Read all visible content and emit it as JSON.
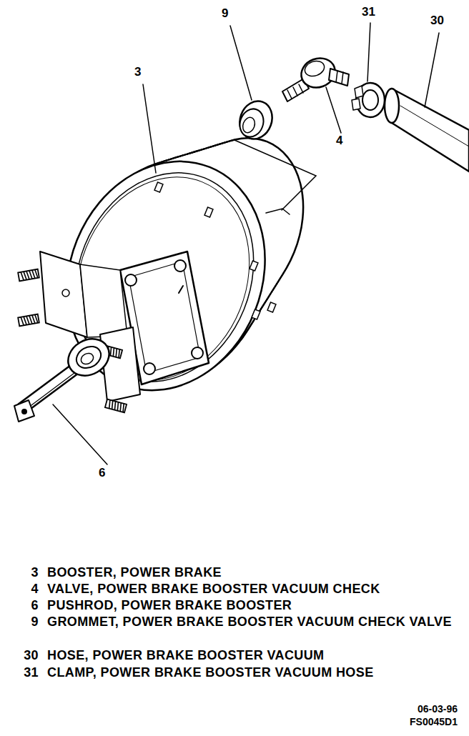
{
  "diagram": {
    "labels": [
      "9",
      "31",
      "30",
      "3",
      "4",
      "6",
      "3",
      "BOOSTER, POWER BRAKE",
      "4",
      "VALVE, POWER BRAKE BOOSTER VACUUM CHECK",
      "6",
      "PUSHROD, POWER BRAKE BOOSTER",
      "9",
      "GROMMET, POWER BRAKE BOOSTER VACUUM CHECK VALVE",
      "30",
      "HOSE, POWER BRAKE BOOSTER VACUUM",
      "31",
      "CLAMP, POWER BRAKE BOOSTER VACUUM HOSE",
      "06-03-96",
      "FS0045D1"
    ]
  }
}
